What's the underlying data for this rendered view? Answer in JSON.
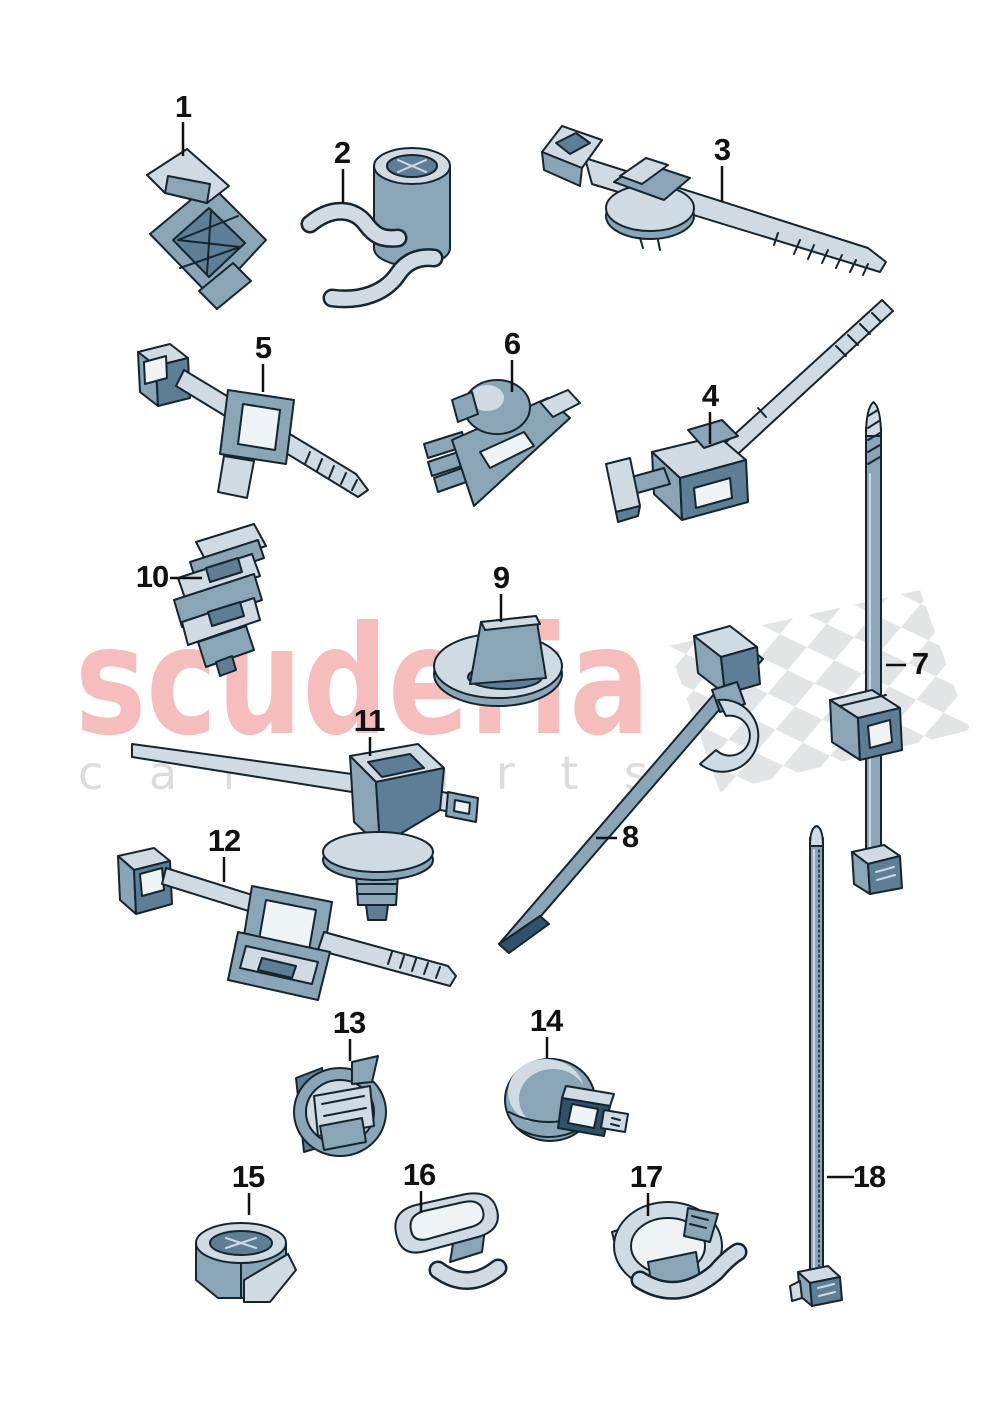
{
  "watermark": {
    "brand": "scuderia",
    "sub": "car parts"
  },
  "palette": {
    "part_light": "#cfdae2",
    "part_mid": "#8aa5b6",
    "part_dark": "#5d7e94",
    "outline": "#152530",
    "watermark_pink": "#f6bdbd",
    "watermark_gray": "#dcdcdc",
    "flag_gray": "#e2e4e6",
    "label_color": "#111111",
    "background": "#ffffff"
  },
  "parts": [
    {
      "label": "1"
    },
    {
      "label": "2"
    },
    {
      "label": "3"
    },
    {
      "label": "4"
    },
    {
      "label": "5"
    },
    {
      "label": "6"
    },
    {
      "label": "7"
    },
    {
      "label": "8"
    },
    {
      "label": "9"
    },
    {
      "label": "10"
    },
    {
      "label": "11"
    },
    {
      "label": "12"
    },
    {
      "label": "13"
    },
    {
      "label": "14"
    },
    {
      "label": "15"
    },
    {
      "label": "16"
    },
    {
      "label": "17"
    },
    {
      "label": "18"
    }
  ]
}
